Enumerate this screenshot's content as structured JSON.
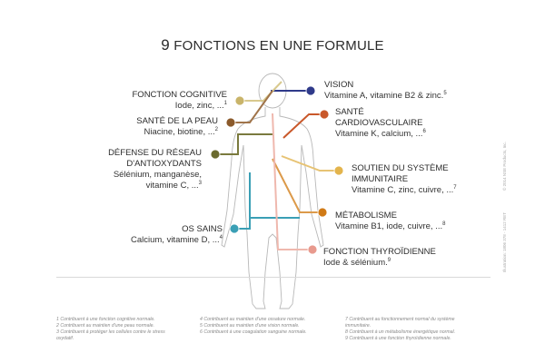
{
  "title": {
    "number": "9",
    "text": "FONCTIONS EN UNE FORMULE"
  },
  "colors": {
    "vision": "#2f3a8a",
    "cognitive": "#c9b46a",
    "skin": "#8b5a2b",
    "antioxidant": "#6b6b2f",
    "bones": "#3a9fb5",
    "cardio": "#c9582a",
    "immune": "#e3b44c",
    "metabolism": "#d07a16",
    "thyroid": "#e89a8e"
  },
  "functions": [
    {
      "id": "vision",
      "heading": "VISION",
      "sub": "Vitamine A, vitamine B2 & zinc.",
      "ref": "5"
    },
    {
      "id": "cognitive",
      "heading": "FONCTION COGNITIVE",
      "sub": "Iode, zinc, ...",
      "ref": "1"
    },
    {
      "id": "skin",
      "heading": "SANTÉ DE LA PEAU",
      "sub": "Niacine, biotine, ...",
      "ref": "2"
    },
    {
      "id": "cardio",
      "heading_l1": "SANTÉ",
      "heading_l2": "CARDIOVASCULAIRE",
      "sub": "Vitamine K, calcium, ...",
      "ref": "6"
    },
    {
      "id": "antioxidant",
      "heading_l1": "DÉFENSE DU RÉSEAU",
      "heading_l2": "D'ANTIOXYDANTS",
      "sub_l1": "Sélénium, manganèse,",
      "sub_l2": "vitamine C, ...",
      "ref": "3"
    },
    {
      "id": "immune",
      "heading_l1": "SOUTIEN DU SYSTÈME",
      "heading_l2": "IMMUNITAIRE",
      "sub": "Vitamine C, zinc, cuivre, ...",
      "ref": "7"
    },
    {
      "id": "metabolism",
      "heading": "MÉTABOLISME",
      "sub": "Vitamine B1, iode, cuivre, ...",
      "ref": "8"
    },
    {
      "id": "bones",
      "heading": "OS SAINS",
      "sub": "Calcium, vitamine D, ...",
      "ref": "4"
    },
    {
      "id": "thyroid",
      "heading": "FONCTION THYROÏDIENNE",
      "sub": "Iode & sélénium.",
      "ref": "9"
    }
  ],
  "footnotes": {
    "col1": [
      "1 Contribuent à une fonction cognitive normale.",
      "2 Contribuent au maintien d'une peau normale.",
      "3 Contribuent à protéger les cellules contre le stress",
      "oxydatif."
    ],
    "col2": [
      "4 Contribuent au maintien d'une ossature normale.",
      "5 Contribuent au maintien d'une vision normale.",
      "6 Contribuent à une coagulation sanguine normale."
    ],
    "col3": [
      "7 Contribuent au fonctionnement normal du système",
      "immunitaire.",
      "8 Contribuent à un métabolisme énergétique normal.",
      "9 Contribuent à une fonction thyroïdienne normale."
    ]
  },
  "rail_text": "© 2014 NSE Products, Inc.",
  "rail_code": "Illustration: 1806 378 - 1412 RET"
}
